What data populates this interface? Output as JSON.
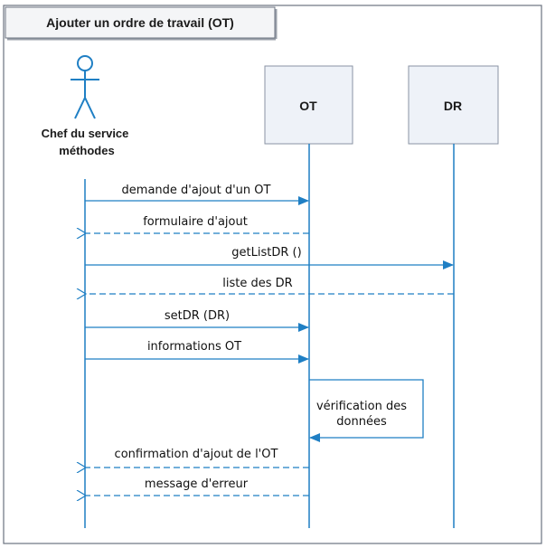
{
  "frame": {
    "title": "Ajouter un ordre de travail (OT)"
  },
  "actor": {
    "label_line1": "Chef du service",
    "label_line2": "méthodes"
  },
  "lifelines": {
    "ot": "OT",
    "dr": "DR"
  },
  "messages": [
    {
      "label": "demande d'ajout d'un OT",
      "type": "sync",
      "from": "actor",
      "to": "OT"
    },
    {
      "label": "formulaire d'ajout",
      "type": "return",
      "from": "OT",
      "to": "actor"
    },
    {
      "label": "getListDR ()",
      "type": "sync",
      "from": "actor",
      "to": "DR"
    },
    {
      "label": "liste des DR",
      "type": "return",
      "from": "DR",
      "to": "actor"
    },
    {
      "label": "setDR (DR)",
      "type": "sync",
      "from": "actor",
      "to": "OT"
    },
    {
      "label": "informations OT",
      "type": "sync",
      "from": "actor",
      "to": "OT"
    },
    {
      "label_line1": "vérification des",
      "label_line2": "données",
      "type": "self",
      "from": "OT",
      "to": "OT"
    },
    {
      "label": "confirmation d'ajout de l'OT",
      "type": "return",
      "from": "OT",
      "to": "actor"
    },
    {
      "label": "message d'erreur",
      "type": "return",
      "from": "OT",
      "to": "actor"
    }
  ],
  "colors": {
    "line": "#1f7fc4",
    "box_fill": "#eef2f8",
    "box_stroke": "#8a93a3",
    "frame_stroke": "#6b7380"
  }
}
